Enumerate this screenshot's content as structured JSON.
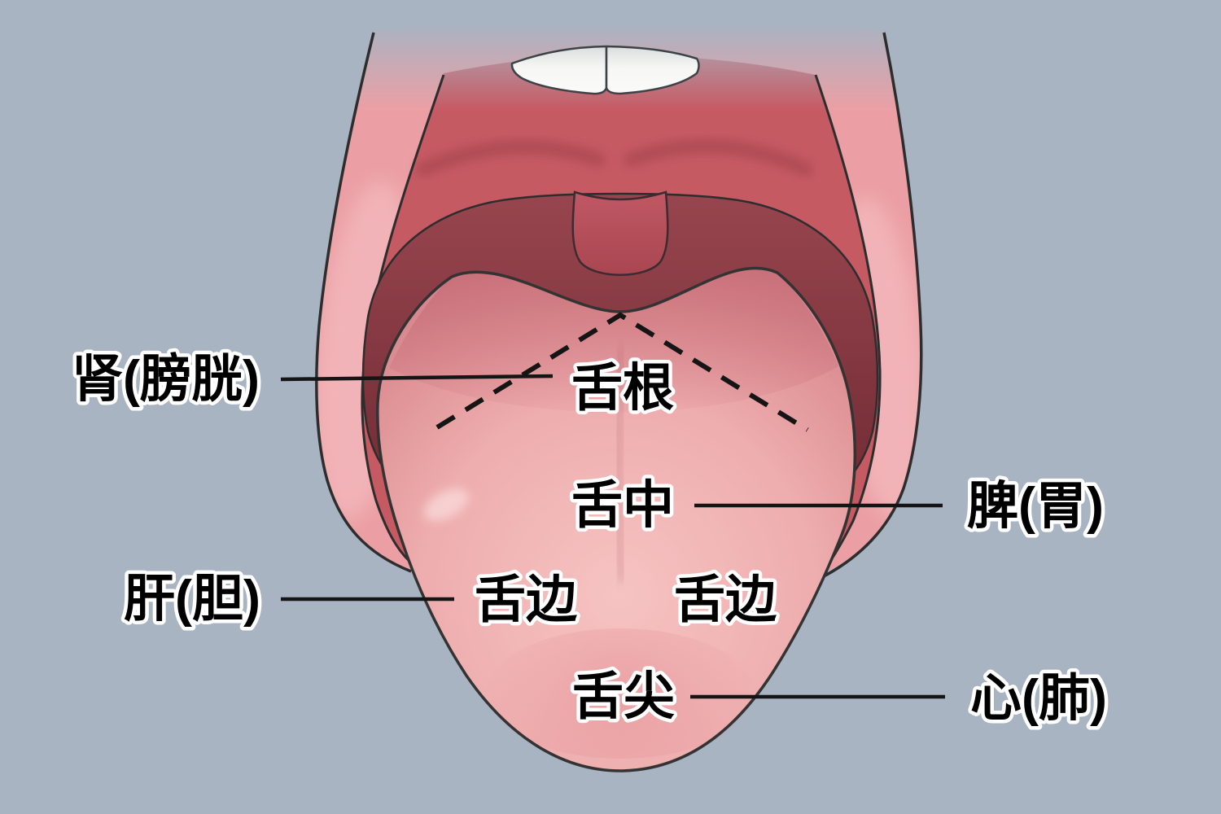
{
  "background_color": "#a9b4c3",
  "colors": {
    "outer_lip": "#eb9fa4",
    "inner_lip": "#c65a63",
    "mouth_cavity_top": "#97454e",
    "mouth_cavity_bottom": "#6d2831",
    "tongue_center": "#f6c3c2",
    "tongue_edge": "#d4858c",
    "teeth": "#f4f5f3",
    "outline": "#2d2d2d",
    "annotation_line": "#151515",
    "label_text": "#000000",
    "label_halo": "#ffffff"
  },
  "labels": {
    "kidney_bladder": "肾(膀胱)",
    "tongue_root": "舌根",
    "spleen_stomach": "脾(胃)",
    "tongue_middle": "舌中",
    "liver_gallbladder": "肝(胆)",
    "tongue_edge_left": "舌边",
    "tongue_edge_right": "舌边",
    "tongue_tip": "舌尖",
    "heart_lung": "心(肺)"
  },
  "connections": [
    {
      "zone": "舌根",
      "organ": "肾(膀胱)",
      "organ_side": "left"
    },
    {
      "zone": "舌中",
      "organ": "脾(胃)",
      "organ_side": "right"
    },
    {
      "zone": "舌边",
      "organ": "肝(胆)",
      "organ_side": "left"
    },
    {
      "zone": "舌尖",
      "organ": "心(肺)",
      "organ_side": "right"
    }
  ]
}
